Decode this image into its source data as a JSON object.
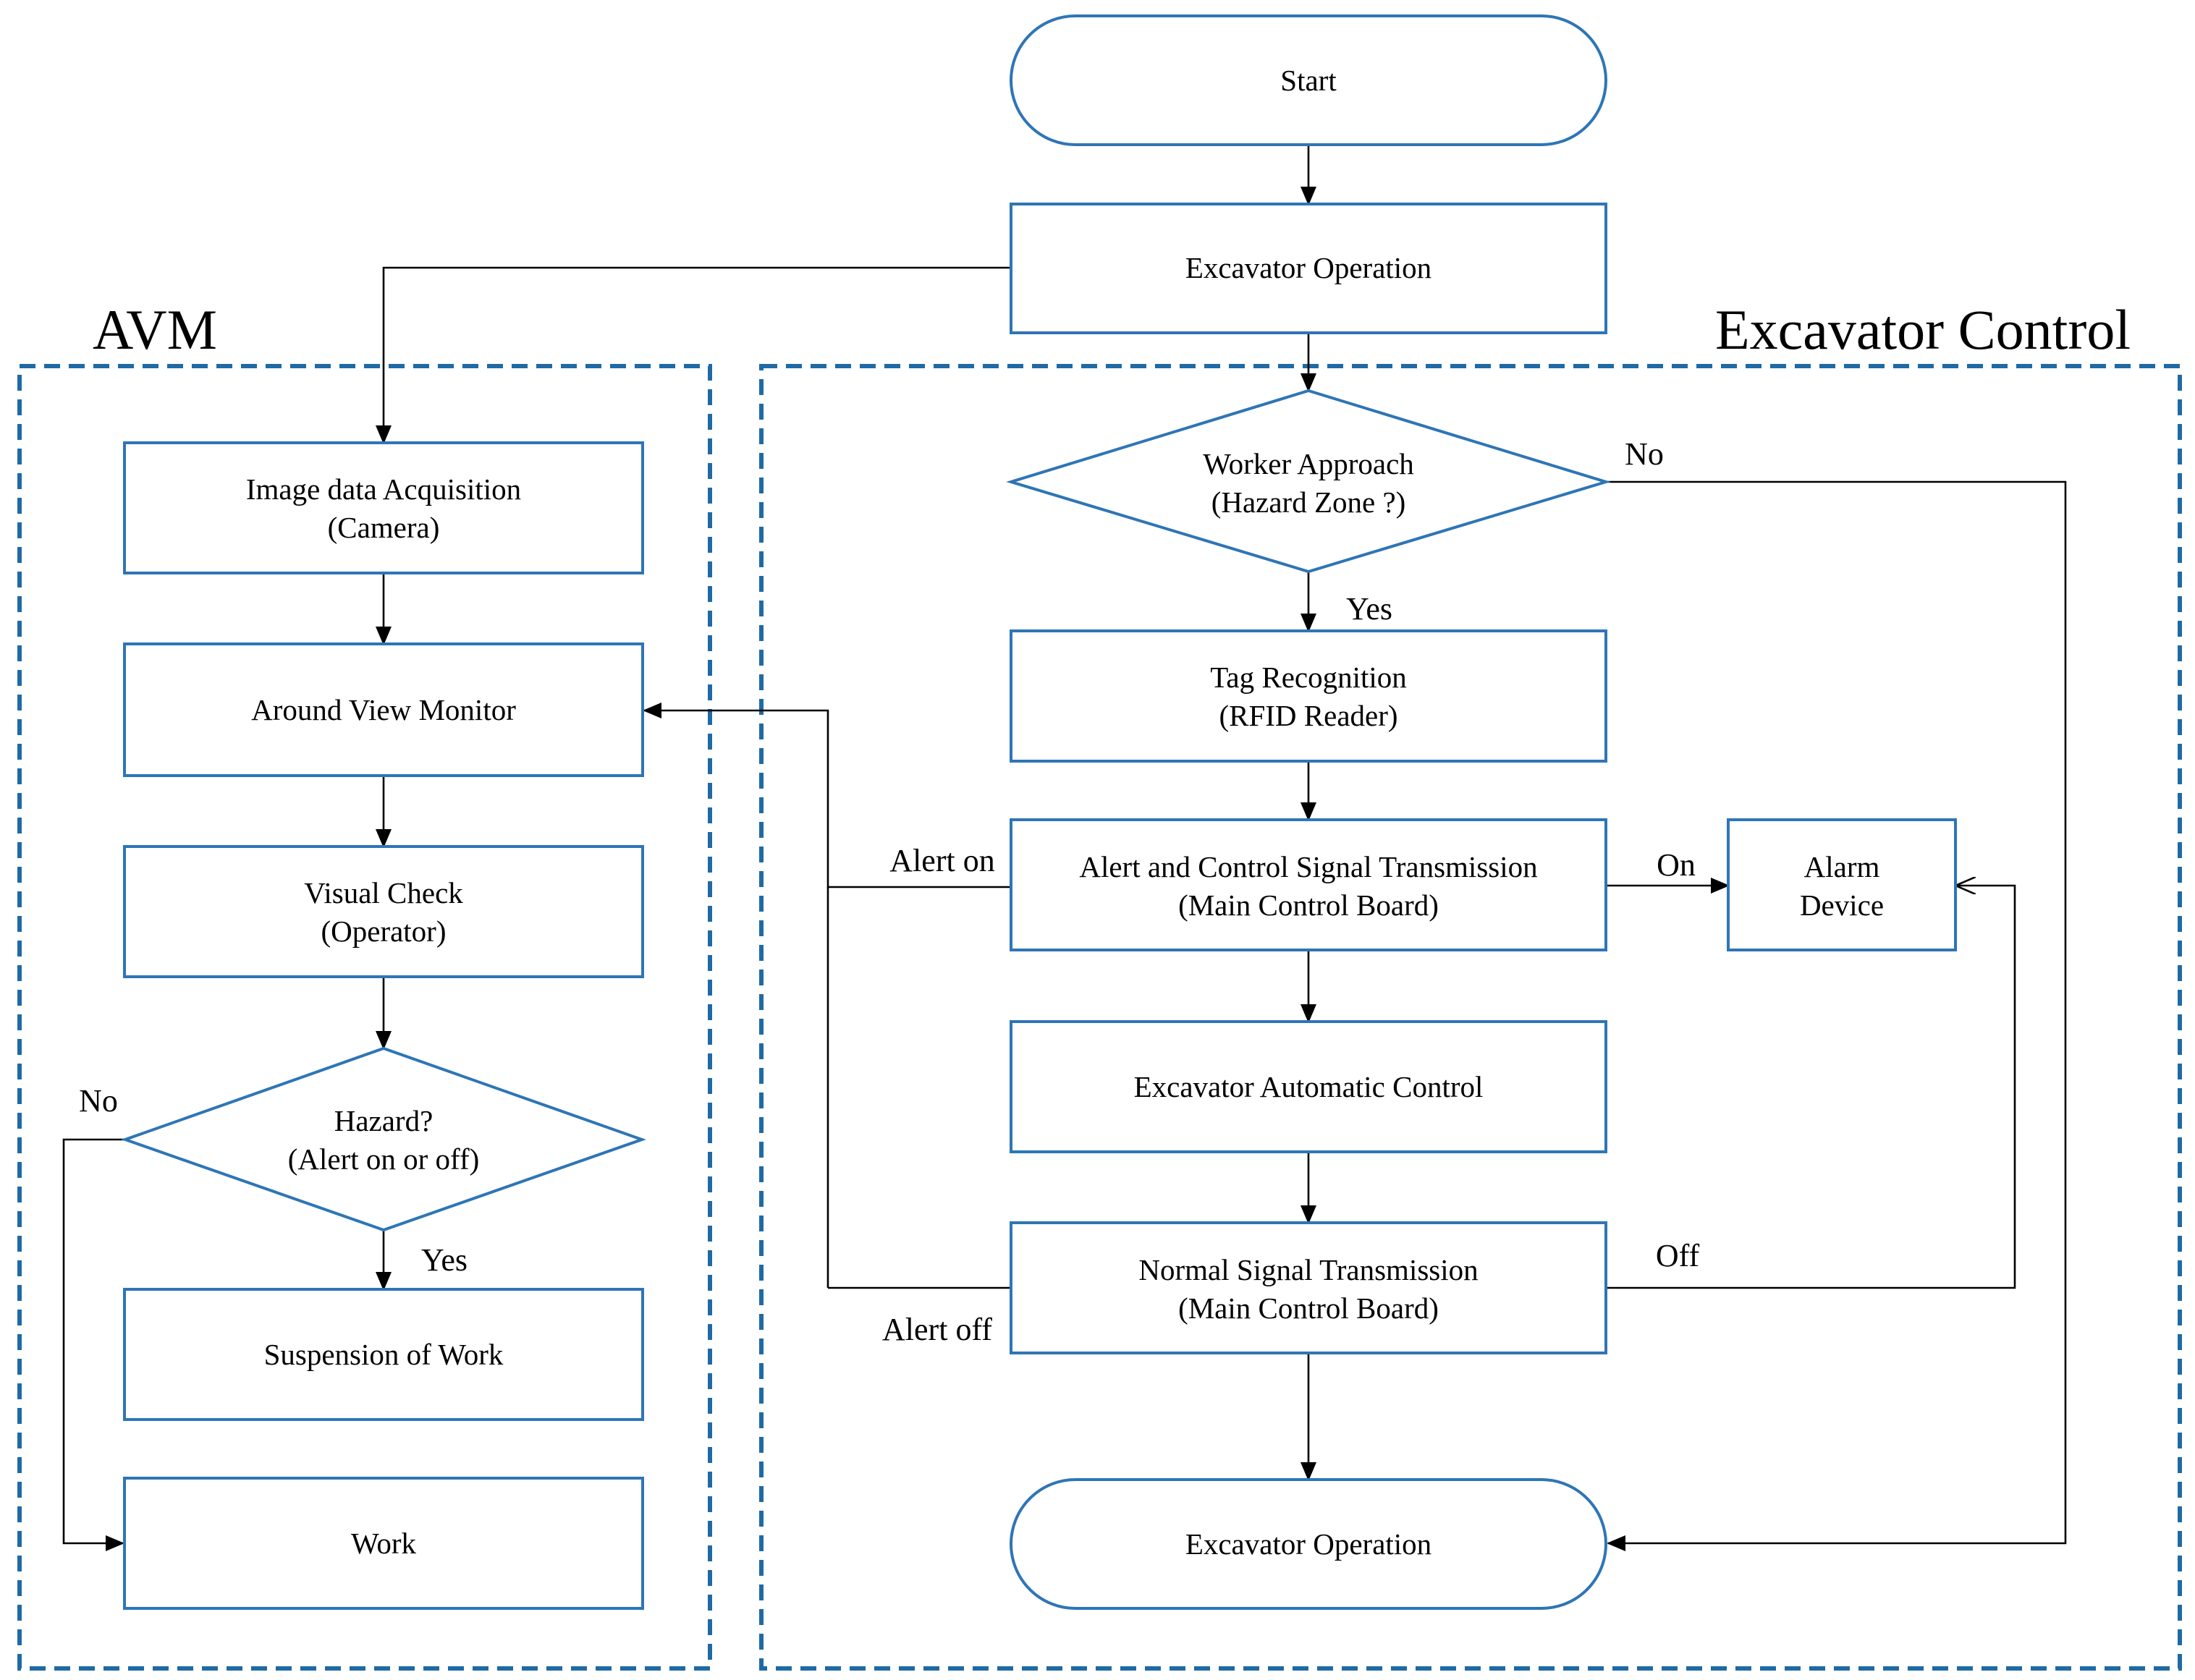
{
  "groups": {
    "avm": "AVM",
    "excavator_control": "Excavator Control"
  },
  "nodes": {
    "start": "Start",
    "excavator_operation_top": "Excavator Operation",
    "worker_approach_1": "Worker Approach",
    "worker_approach_2": "(Hazard Zone ?)",
    "tag_recognition_1": "Tag Recognition",
    "tag_recognition_2": "(RFID Reader)",
    "alert_control_1": "Alert and Control Signal Transmission",
    "alert_control_2": "(Main Control Board)",
    "alarm_device_1": "Alarm",
    "alarm_device_2": "Device",
    "automatic_control": "Excavator Automatic Control",
    "normal_signal_1": "Normal Signal Transmission",
    "normal_signal_2": "(Main Control Board)",
    "excavator_operation_end": "Excavator Operation",
    "image_acquisition_1": "Image data Acquisition",
    "image_acquisition_2": "(Camera)",
    "around_view_monitor": "Around View Monitor",
    "visual_check_1": "Visual Check",
    "visual_check_2": "(Operator)",
    "hazard_1": "Hazard?",
    "hazard_2": "(Alert on or off)",
    "suspension": "Suspension of Work",
    "work": "Work"
  },
  "edge_labels": {
    "worker_no": "No",
    "worker_yes": "Yes",
    "alert_on": "Alert on",
    "alarm_on": "On",
    "alarm_off": "Off",
    "alert_off": "Alert off",
    "hazard_no": "No",
    "hazard_yes": "Yes"
  }
}
